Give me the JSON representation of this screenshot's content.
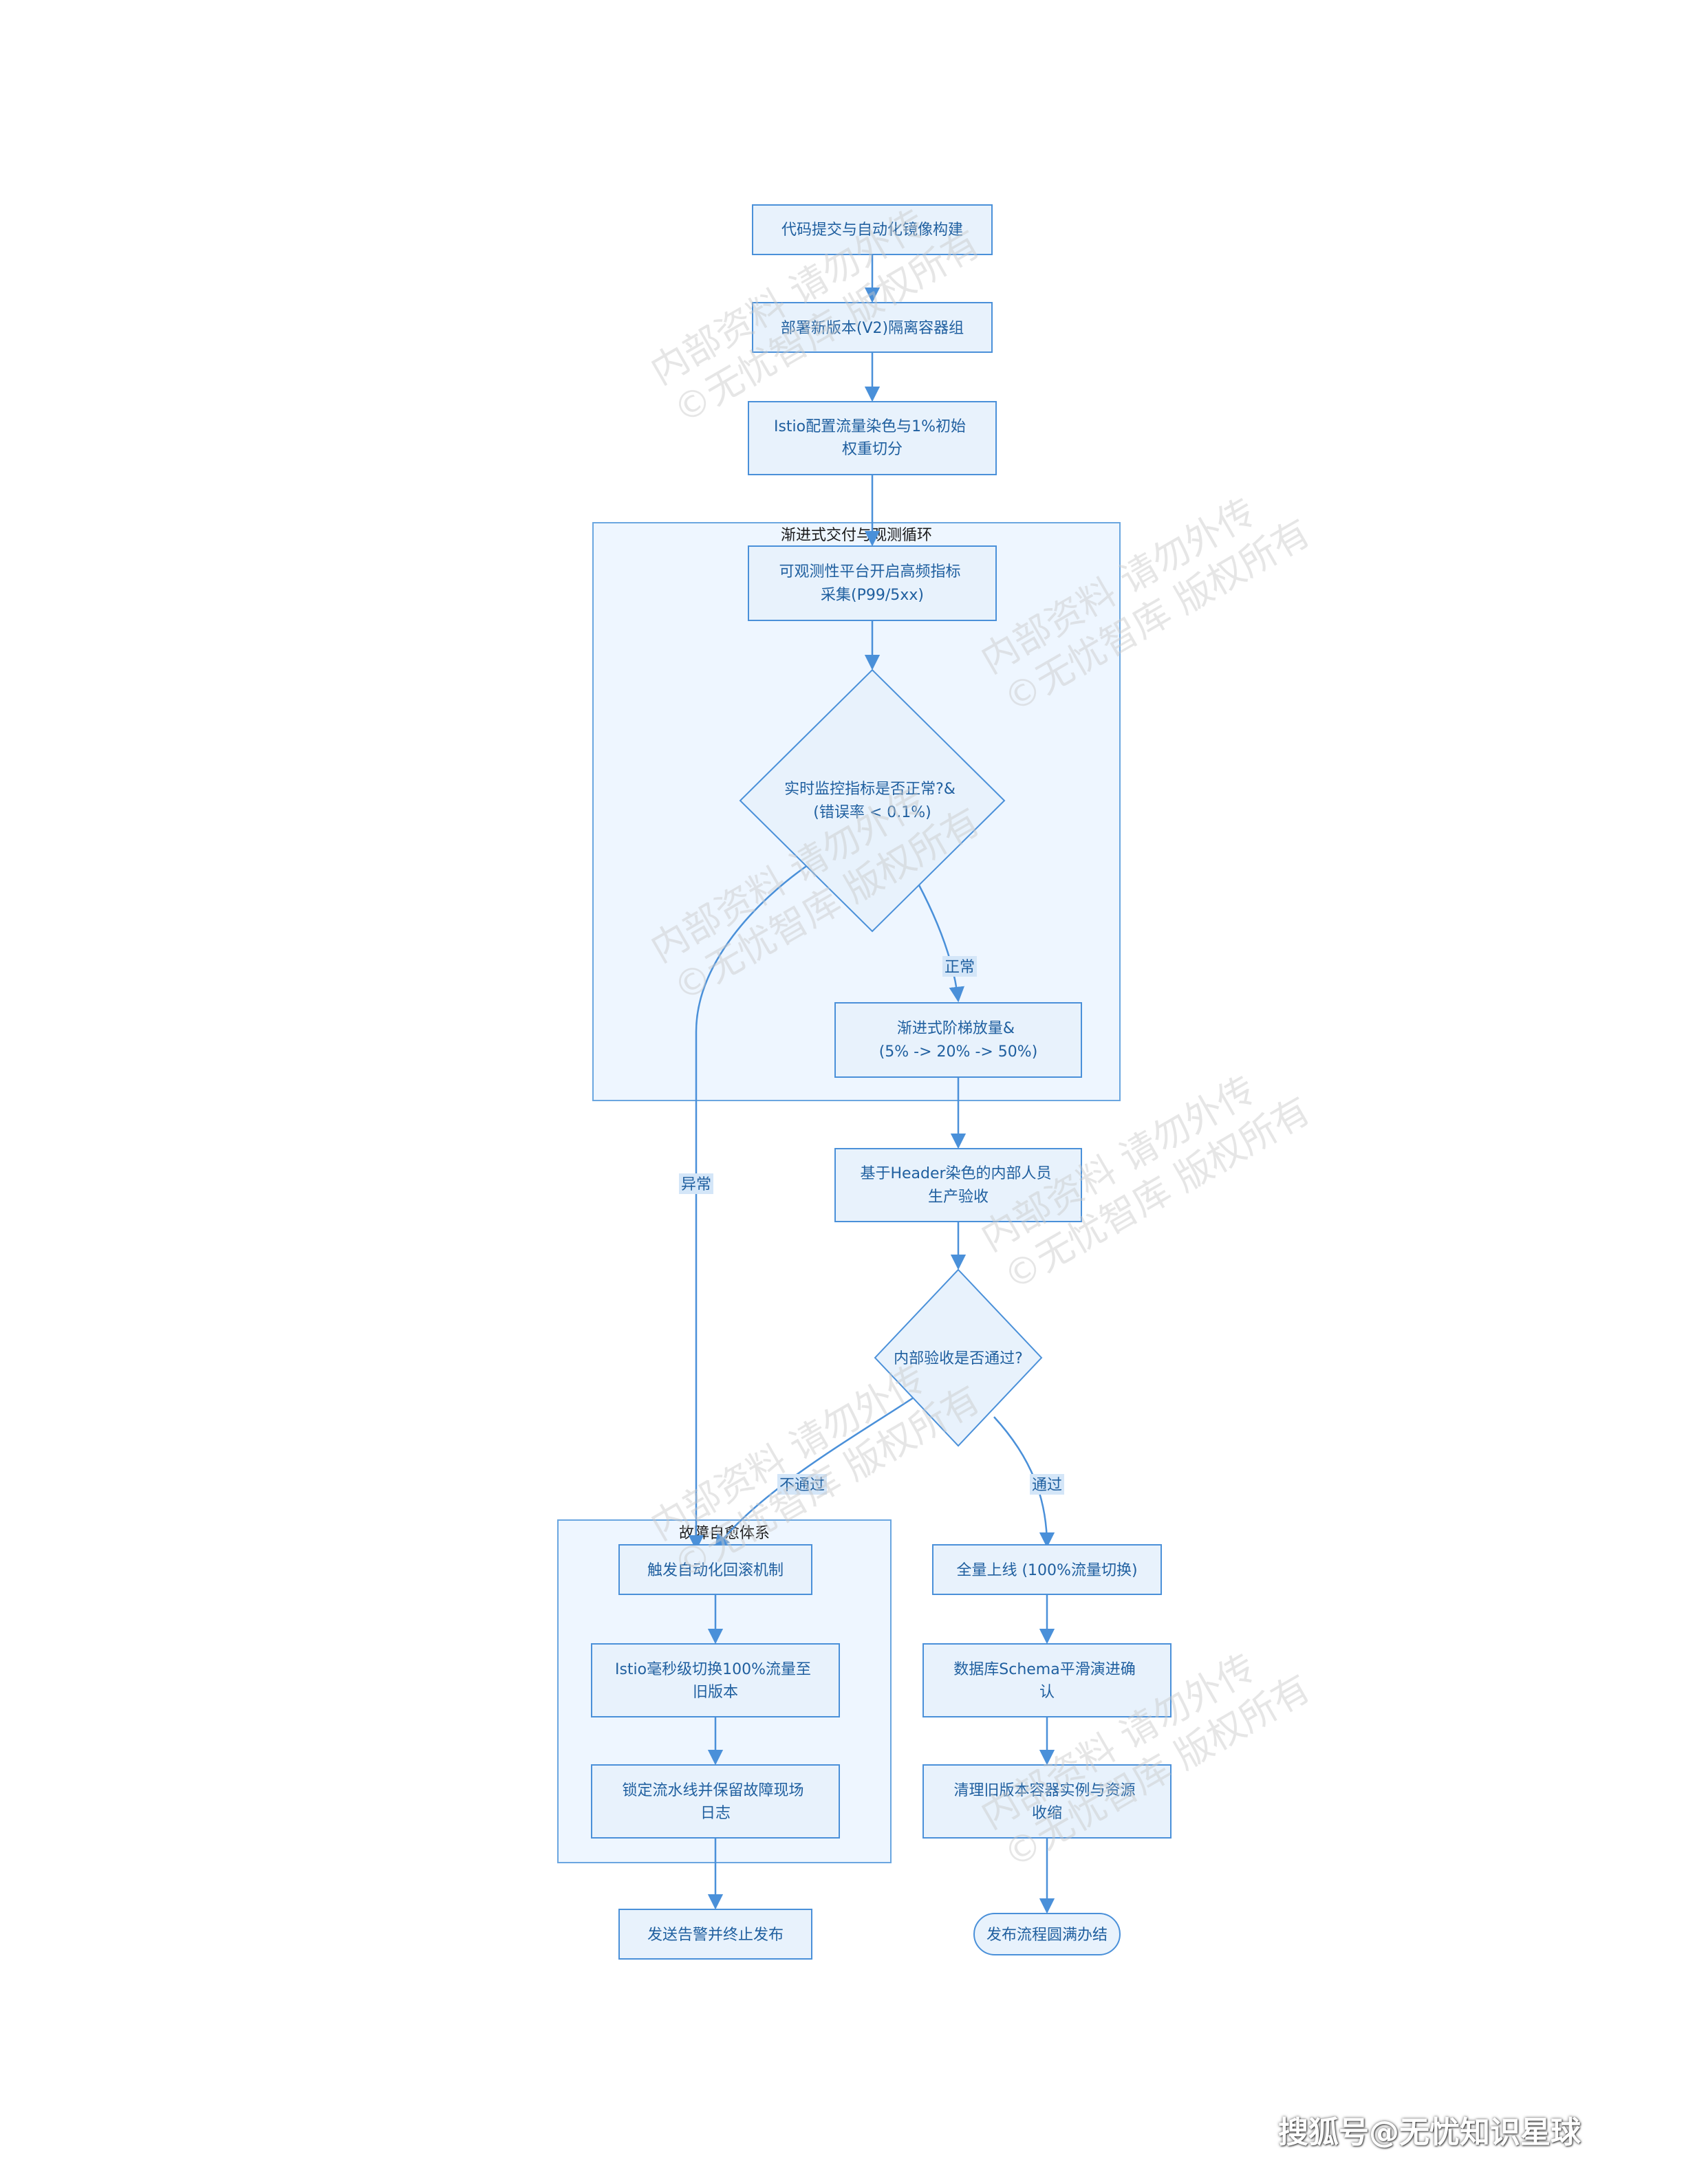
{
  "colors": {
    "node_fill": "#e8f2fc",
    "node_stroke": "#4a90d9",
    "group_fill": "#eef6ff",
    "group_stroke": "#6aa6e0",
    "edge": "#4a90d9",
    "text": "#1f5f9f"
  },
  "groups": {
    "loop": {
      "title": "渐进式交付与观测循环"
    },
    "heal": {
      "title": "故障自愈体系"
    }
  },
  "nodes": {
    "build": {
      "lines": [
        "代码提交与自动化镜像构建"
      ]
    },
    "deploy": {
      "lines": [
        "部署新版本(V2)隔离容器组"
      ]
    },
    "istio": {
      "lines": [
        "Istio配置流量染色与1%初始",
        "权重切分"
      ]
    },
    "observe": {
      "lines": [
        "可观测性平台开启高频指标",
        "采集(P99/5xx)"
      ]
    },
    "check": {
      "lines": [
        "实时监控指标是否正常?&",
        "(错误率 < 0.1%)"
      ]
    },
    "ramp": {
      "lines": [
        "渐进式阶梯放量&",
        "(5% -> 20% -> 50%)"
      ]
    },
    "header": {
      "lines": [
        "基于Header染色的内部人员",
        "生产验收"
      ]
    },
    "accept": {
      "lines": [
        "内部验收是否通过?"
      ]
    },
    "rollback": {
      "lines": [
        "触发自动化回滚机制"
      ]
    },
    "switch": {
      "lines": [
        "Istio毫秒级切换100%流量至",
        "旧版本"
      ]
    },
    "lock": {
      "lines": [
        "锁定流水线并保留故障现场",
        "日志"
      ]
    },
    "alert": {
      "lines": [
        "发送告警并终止发布"
      ]
    },
    "full": {
      "lines": [
        "全量上线 (100%流量切换)"
      ]
    },
    "schema": {
      "lines": [
        "数据库Schema平滑演进确",
        "认"
      ]
    },
    "cleanup": {
      "lines": [
        "清理旧版本容器实例与资源",
        "收缩"
      ]
    },
    "done": {
      "lines": [
        "发布流程圆满办结"
      ]
    }
  },
  "edge_labels": {
    "normal": "正常",
    "abnormal": "异常",
    "fail": "不通过",
    "pass": "通过"
  },
  "watermark": {
    "line1": "内部资料 请勿外传",
    "line2": "©无忧智库 版权所有"
  },
  "footer": "搜狐号@无忧知识星球"
}
